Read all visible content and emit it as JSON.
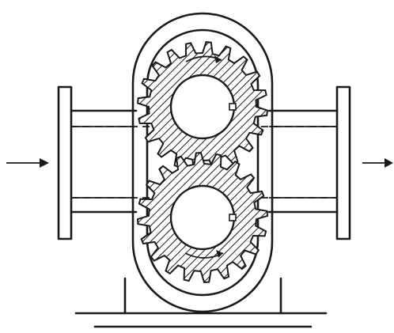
{
  "figure": {
    "kind": "gear-pump-cross-section",
    "text_labels": [],
    "gears": [
      {
        "id": "upper",
        "teeth": 20,
        "rotation": "clockwise"
      },
      {
        "id": "lower",
        "teeth": 20,
        "rotation": "counter-clockwise"
      }
    ],
    "flow": {
      "inlet": "left",
      "outlet": "right"
    },
    "colors": {
      "ink": "#1a1a1a",
      "background": "#ffffff"
    },
    "icons": [
      "inlet-arrow-icon",
      "outlet-arrow-icon",
      "rotation-arrow-icon"
    ]
  }
}
